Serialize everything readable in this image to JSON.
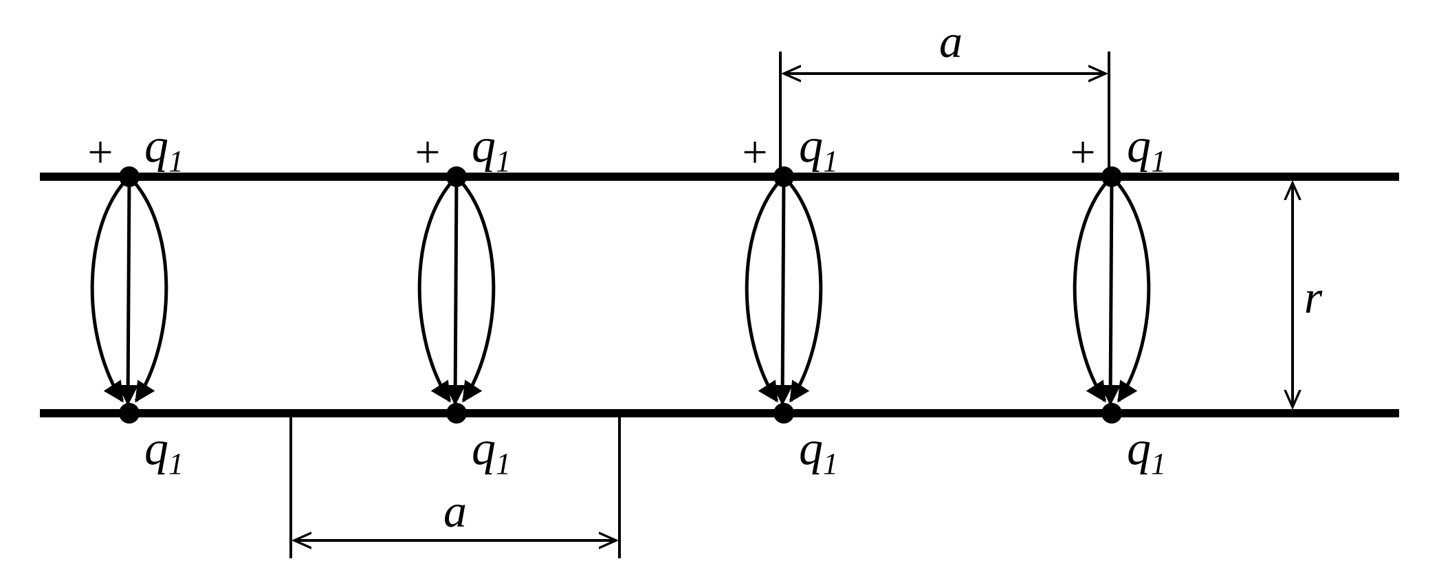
{
  "charges": [
    {
      "top_sign": "+",
      "top_label": "q",
      "top_sub": "1",
      "bottom_sign": "−",
      "bottom_label": "q",
      "bottom_sub": "1"
    },
    {
      "top_sign": "+",
      "top_label": "q",
      "top_sub": "1",
      "bottom_sign": "−",
      "bottom_label": "q",
      "bottom_sub": "1"
    },
    {
      "top_sign": "+",
      "top_label": "q",
      "top_sub": "1",
      "bottom_sign": "−",
      "bottom_label": "q",
      "bottom_sub": "1"
    },
    {
      "top_sign": "+",
      "top_label": "q",
      "top_sub": "1",
      "bottom_sign": "−",
      "bottom_label": "q",
      "bottom_sub": "1"
    }
  ],
  "dimensions": {
    "spacing_top_label": "a",
    "spacing_bottom_label": "a",
    "separation_label": "r"
  },
  "colors": {
    "stroke": "#000000",
    "background": "#ffffff"
  }
}
